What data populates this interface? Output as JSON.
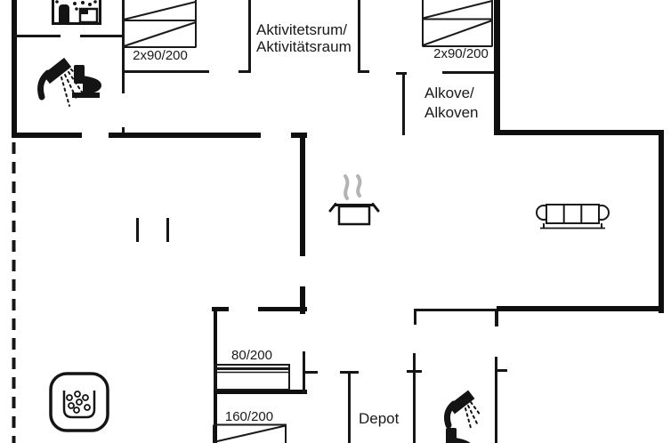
{
  "colors": {
    "background": "#ffffff",
    "line": "#141414",
    "steam": "#b3b3b3"
  },
  "rooms": {
    "aktivitetsrum": {
      "line1": "Aktivitetsrum/",
      "line2": "Aktivitätsraum"
    },
    "alkove": {
      "line1": "Alkove/",
      "line2": "Alkoven"
    },
    "depot": {
      "label": "Depot"
    }
  },
  "beds": {
    "bunk_top_left": {
      "label": "2x90/200"
    },
    "bunk_top_right": {
      "label": "2x90/200"
    },
    "single_bottom": {
      "label": "80/200"
    },
    "double_bottom": {
      "label": "160/200"
    }
  },
  "icons": {
    "dishwasher": "dishwasher-icon",
    "shower_main": "shower-icon",
    "toilet_main": "toilet-icon",
    "cooking_pot": "cooking-pot-icon",
    "sofa": "sofa-icon",
    "whirlpool": "whirlpool-icon",
    "shower_second": "shower-icon",
    "toilet_second": "toilet-icon"
  }
}
